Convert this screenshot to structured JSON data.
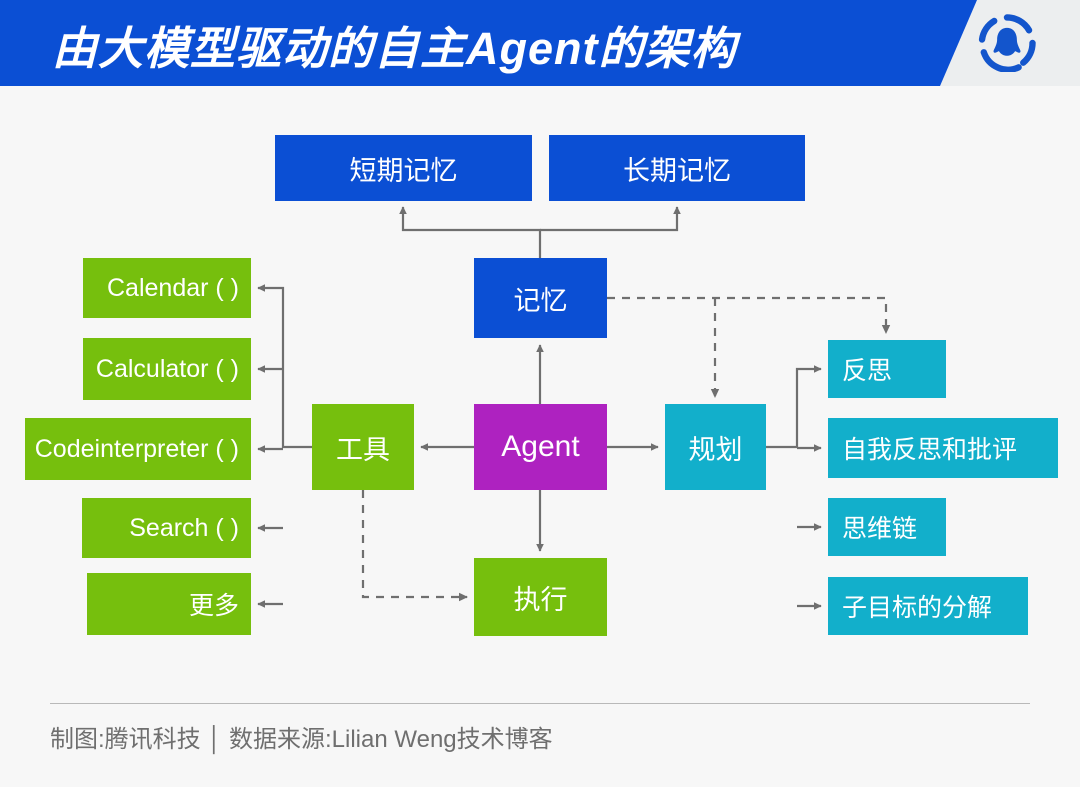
{
  "header": {
    "title": "由大模型驱动的自主Agent的架构",
    "logo": "tencent-qq-logo",
    "bar_color": "#0b4fd4",
    "bg_color": "#eceeef"
  },
  "memory_row": {
    "short_term": "短期记忆",
    "long_term": "长期记忆",
    "color": "#0b4fd4"
  },
  "core": {
    "memory": "记忆",
    "agent": "Agent",
    "tools": "工具",
    "action": "执行",
    "planning": "规划",
    "memory_color": "#0b4fd4",
    "agent_color": "#ae22c0",
    "tools_color": "#76bf0d",
    "action_color": "#76bf0d",
    "planning_color": "#12afcb"
  },
  "tools_list": {
    "color": "#76bf0d",
    "items": [
      {
        "label": "Calendar ( )"
      },
      {
        "label": "Calculator ( )"
      },
      {
        "label": "Codeinterpreter ( )"
      },
      {
        "label": "Search ( )"
      },
      {
        "label": "更多"
      }
    ]
  },
  "planning_list": {
    "color": "#12afcb",
    "items": [
      {
        "label": "反思"
      },
      {
        "label": "自我反思和批评"
      },
      {
        "label": "思维链"
      },
      {
        "label": "子目标的分解"
      }
    ]
  },
  "footer": {
    "credit": "制图:腾讯科技 │ 数据来源:Lilian Weng技术博客"
  }
}
